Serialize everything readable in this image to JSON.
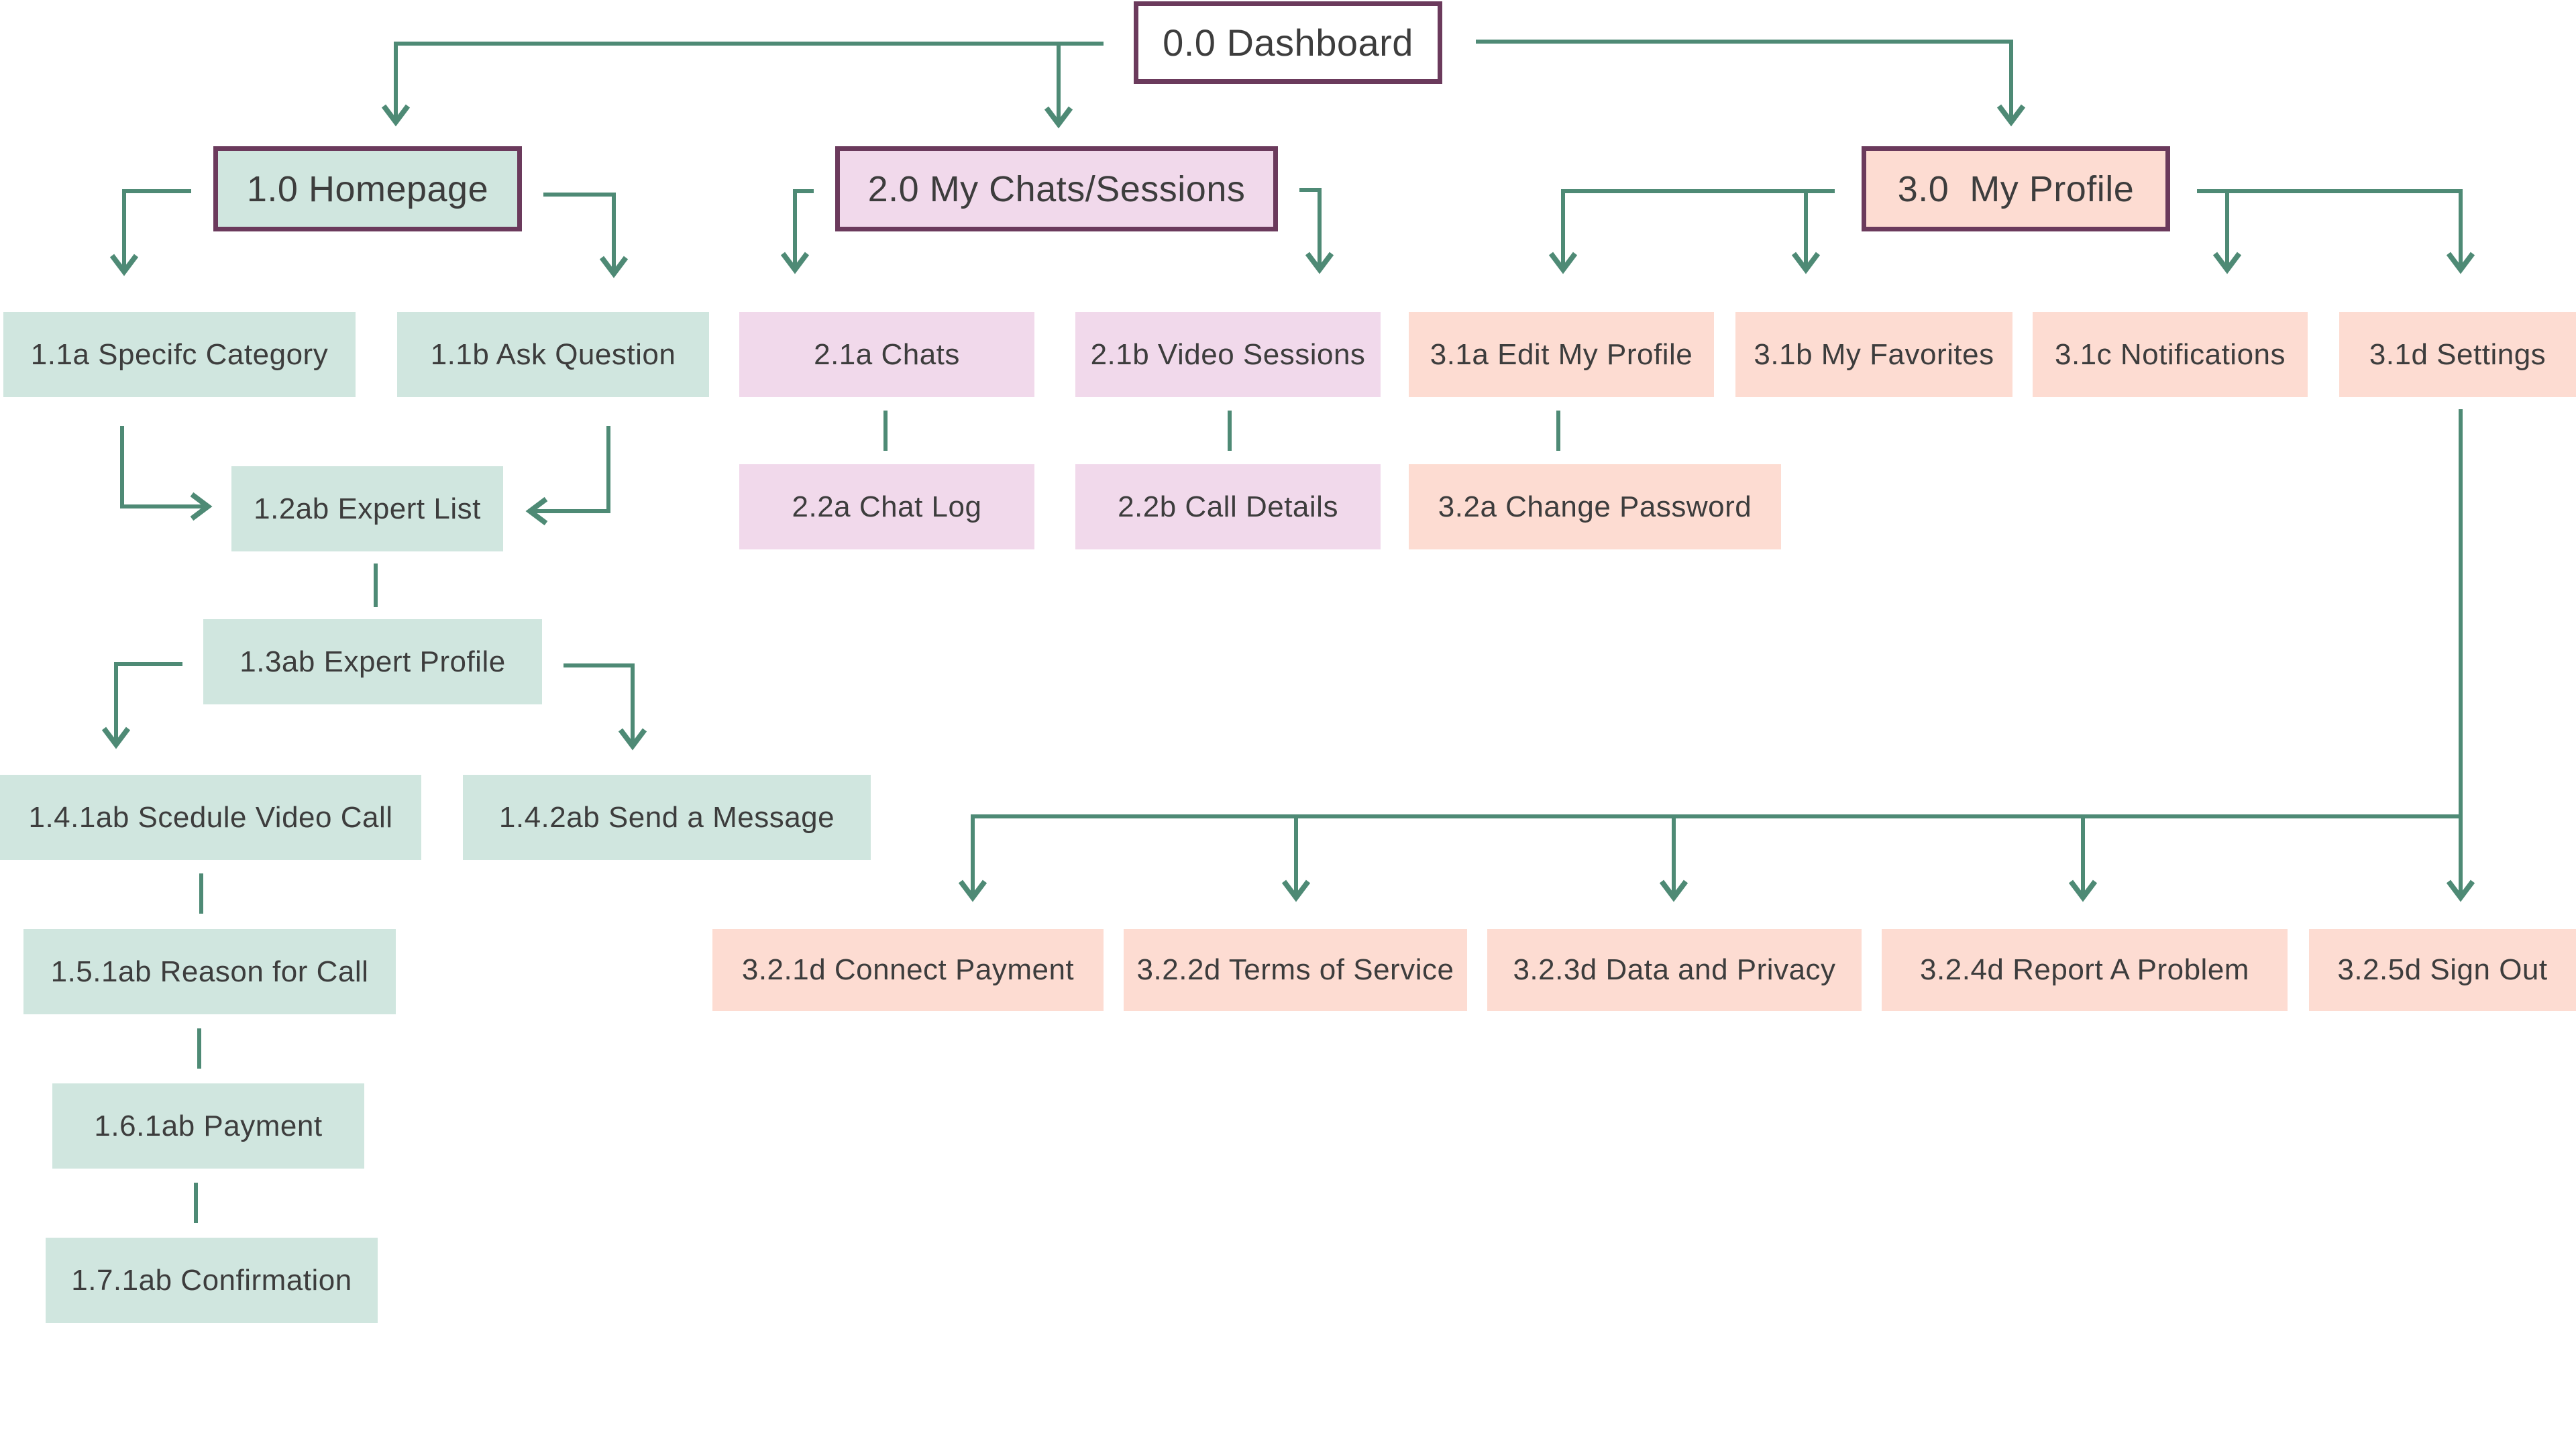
{
  "colors": {
    "connector": "#4e8a75",
    "primary_border": "#6b3a5c",
    "green_fill": "#d0e6df",
    "pink_fill": "#f1d9eb",
    "peach_fill": "#fddcd2"
  },
  "nodes": {
    "dashboard": "0.0 Dashboard",
    "homepage": "1.0 Homepage",
    "chats_sessions": "2.0 My Chats/Sessions",
    "my_profile": "3.0  My Profile",
    "specific_category": "1.1a Specifc Category",
    "ask_question": "1.1b Ask Question",
    "expert_list": "1.2ab Expert List",
    "expert_profile": "1.3ab Expert Profile",
    "schedule_video_call": "1.4.1ab Scedule Video Call",
    "send_message": "1.4.2ab Send a Message",
    "reason_for_call": "1.5.1ab Reason for Call",
    "payment": "1.6.1ab Payment",
    "confirmation": "1.7.1ab Confirmation",
    "chats": "2.1a Chats",
    "video_sessions": "2.1b Video Sessions",
    "chat_log": "2.2a Chat Log",
    "call_details": "2.2b Call Details",
    "edit_profile": "3.1a Edit My Profile",
    "my_favorites": "3.1b My Favorites",
    "notifications": "3.1c Notifications",
    "settings": "3.1d Settings",
    "change_password": "3.2a Change Password",
    "connect_payment": "3.2.1d Connect Payment",
    "terms_of_service": "3.2.2d Terms of Service",
    "data_privacy": "3.2.3d Data and Privacy",
    "report_problem": "3.2.4d Report A Problem",
    "sign_out": "3.2.5d Sign Out"
  }
}
